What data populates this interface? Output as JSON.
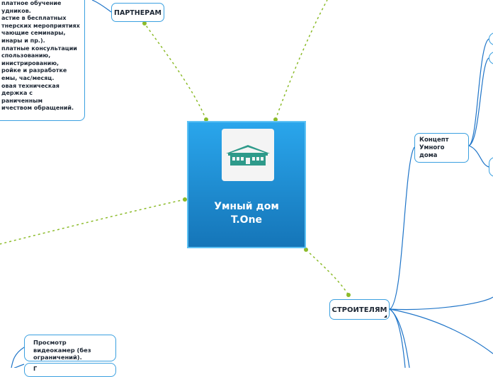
{
  "center": {
    "title_line1": "Умный дом",
    "title_line2": "T.One",
    "icon": "house-icon"
  },
  "partners": {
    "label": "ПАРТНЕРАМ",
    "benefits_text": "платное обучение\nудников.\nастие в бесплатных\nтнерских мероприятиях\nчающие семинары,\nинары и пр.).\nплатные консультации\nспользованию,\nинистрированию,\nройке и разработке\nемы, час/месяц.\nовая техническая\nдержка с\nраниченным\nичеством обращений."
  },
  "builders": {
    "label": "СТРОИТЕЛЯМ",
    "concept_label": "Концепт\nУмного\nдома"
  },
  "bottom_left": {
    "video_text": "Просмотр\nвидеокамер (без\nограничений).",
    "next_text": "Г"
  },
  "colors": {
    "center_top": "#2aa6ec",
    "center_bottom": "#1575b8",
    "node_border": "#3aa0e0",
    "dashed_link": "#8cbb2a",
    "solid_link": "#1e74c8",
    "icon_teal": "#2e9a8a"
  }
}
